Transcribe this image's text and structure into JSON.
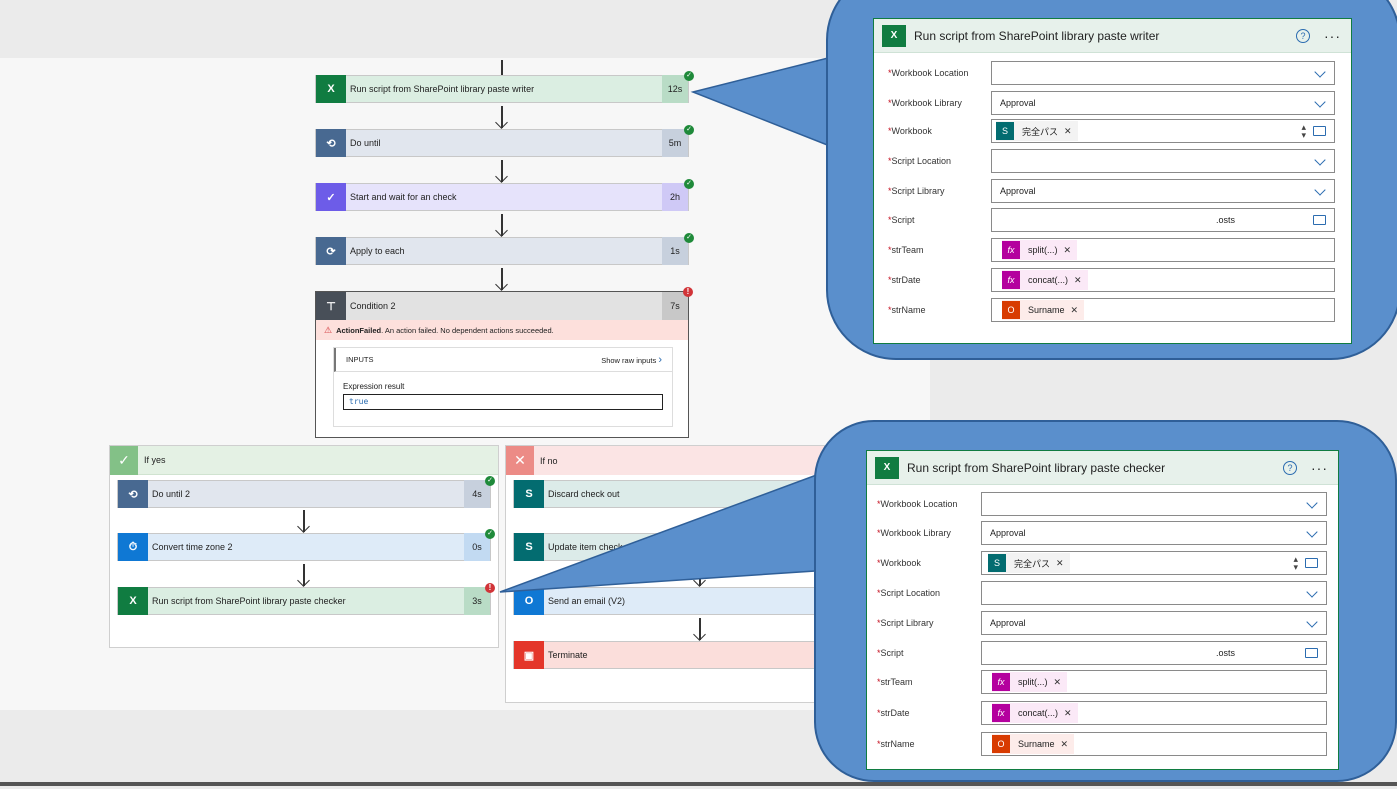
{
  "flow": {
    "steps": [
      {
        "label": "Run script from SharePoint library paste writer",
        "duration": "12s",
        "icon": "excel-icon"
      },
      {
        "label": "Do until",
        "duration": "5m",
        "icon": "loop-icon"
      },
      {
        "label": "Start and wait for an check",
        "duration": "2h",
        "icon": "approval-icon"
      },
      {
        "label": "Apply to each",
        "duration": "1s",
        "icon": "loop-icon"
      },
      {
        "label": "Condition 2",
        "duration": "7s",
        "icon": "condition-icon"
      }
    ],
    "condition": {
      "error_bold": "ActionFailed",
      "error_text": ". An action failed. No dependent actions succeeded.",
      "inputs_label": "INPUTS",
      "show_raw": "Show raw inputs",
      "expression_label": "Expression result",
      "expression_value": "true"
    },
    "if_yes": {
      "label": "If yes",
      "steps": [
        {
          "label": "Do until 2",
          "duration": "4s",
          "icon": "loop-icon"
        },
        {
          "label": "Convert time zone 2",
          "duration": "0s",
          "icon": "clock-icon"
        },
        {
          "label": "Run script from SharePoint library paste checker",
          "duration": "3s",
          "icon": "excel-icon"
        }
      ]
    },
    "if_no": {
      "label": "If no",
      "steps": [
        {
          "label": "Discard check out",
          "icon": "sharepoint-icon"
        },
        {
          "label": "Update item check",
          "icon": "sharepoint-icon"
        },
        {
          "label": "Send an email (V2)",
          "icon": "outlook-icon"
        },
        {
          "label": "Terminate",
          "icon": "terminate-icon"
        }
      ]
    }
  },
  "writer_panel": {
    "title": "Run script from SharePoint library paste writer",
    "fields": {
      "workbook_location": "Workbook Location",
      "workbook_library": "Workbook Library",
      "workbook_library_value": "Approval",
      "workbook": "Workbook",
      "workbook_token": "完全パス",
      "script_location": "Script Location",
      "script_library": "Script Library",
      "script_library_value": "Approval",
      "script": "Script",
      "script_value": ".osts",
      "strteam": "strTeam",
      "strteam_token": "split(...)",
      "strdate": "strDate",
      "strdate_token": "concat(...)",
      "strname": "strName",
      "strname_token": "Surname"
    }
  },
  "checker_panel": {
    "title": "Run script from SharePoint library paste checker",
    "fields": {
      "workbook_location": "Workbook Location",
      "workbook_library": "Workbook Library",
      "workbook_library_value": "Approval",
      "workbook": "Workbook",
      "workbook_token": "完全パス",
      "script_location": "Script Location",
      "script_library": "Script Library",
      "script_library_value": "Approval",
      "script": "Script",
      "script_value": ".osts",
      "strteam": "strTeam",
      "strteam_token": "split(...)",
      "strdate": "strDate",
      "strdate_token": "concat(...)",
      "strname": "strName",
      "strname_token": "Surname"
    }
  },
  "colors": {
    "excel": "#107c41",
    "loop": "#486991",
    "approval": "#6d5ce8",
    "error": "#d13438",
    "success": "#1f8a3a",
    "callout": "#5a8fcc"
  }
}
